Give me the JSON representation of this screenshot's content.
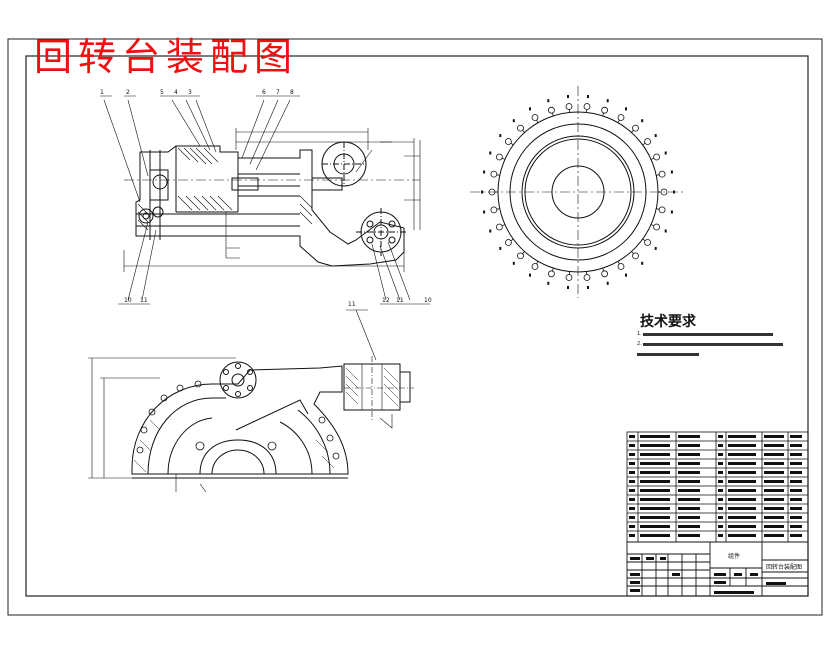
{
  "drawing_title": "回转台装配图",
  "tech_requirements": {
    "heading": "技术要求",
    "lines": [
      "1.",
      "2.",
      ""
    ]
  },
  "balloons": {
    "top_left_upper": [
      "1",
      "2",
      "5",
      "4",
      "3",
      "6",
      "7",
      "8"
    ],
    "top_left_lower": [
      "10",
      "11",
      "12",
      "11",
      "10"
    ],
    "lower_view": [
      "11"
    ]
  },
  "title_block": {
    "name_cell": "回转台装配图",
    "material_cell": "组件"
  },
  "colors": {
    "title": "#ee1111",
    "line": "#111111",
    "paper": "#ffffff"
  }
}
